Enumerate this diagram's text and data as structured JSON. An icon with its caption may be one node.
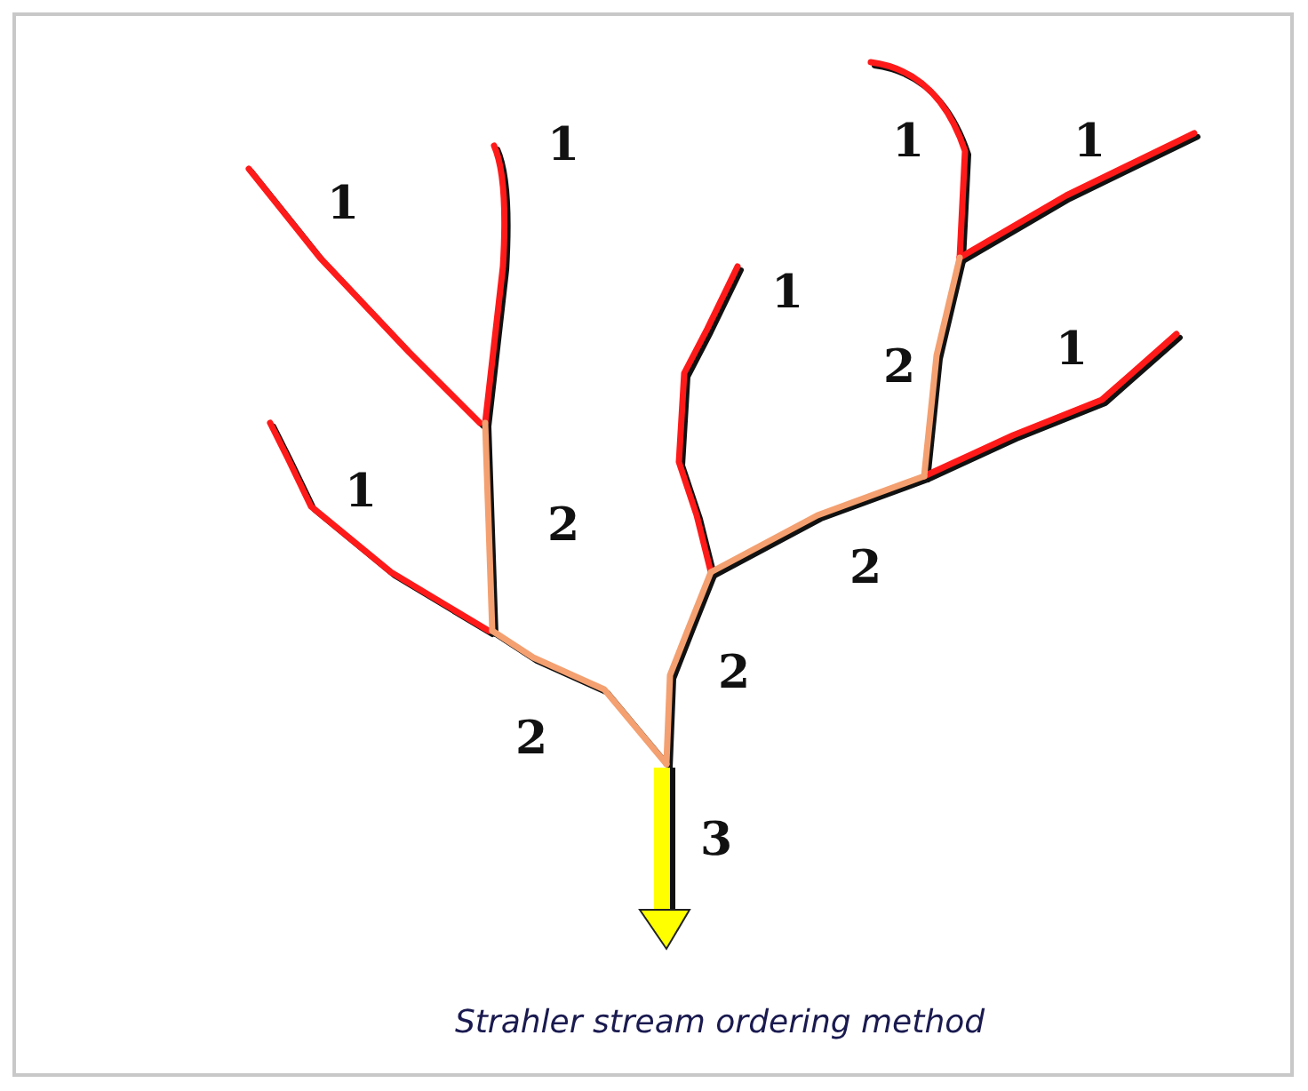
{
  "diagram": {
    "caption": "Strahler stream ordering method",
    "labels": [
      "1",
      "1",
      "1",
      "1",
      "1",
      "1",
      "2",
      "1",
      "2",
      "2",
      "2",
      "2",
      "3"
    ]
  }
}
